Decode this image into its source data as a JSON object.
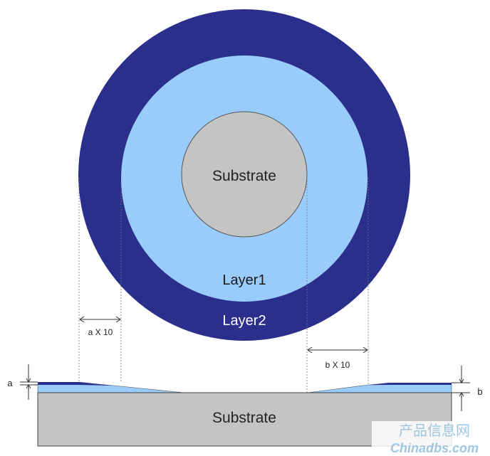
{
  "top_view": {
    "substrate_label": "Substrate",
    "layer1_label": "Layer1",
    "layer2_label": "Layer2"
  },
  "dimensions": {
    "a_x10_label": "a X 10",
    "b_x10_label": "b X 10",
    "a_label": "a",
    "b_label": "b"
  },
  "cross_section": {
    "substrate_label": "Substrate"
  },
  "watermark": {
    "cn_text": "产品信息网",
    "en_text": "Chinadbs.com"
  },
  "colors": {
    "layer2": "#2b2f8c",
    "layer1": "#99ccfb",
    "substrate": "#c4c4c4",
    "outline": "#444444",
    "watermark": "#9fc6e0"
  }
}
